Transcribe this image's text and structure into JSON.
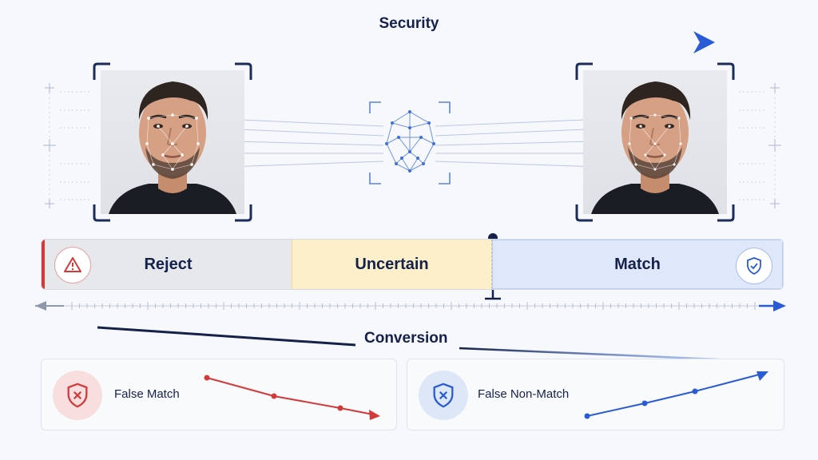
{
  "header": {
    "security_label": "Security"
  },
  "threshold": {
    "zones": [
      {
        "id": "reject",
        "label": "Reject"
      },
      {
        "id": "uncertain",
        "label": "Uncertain"
      },
      {
        "id": "match",
        "label": "Match"
      }
    ]
  },
  "conversion_label": "Conversion",
  "cards": {
    "false_match": {
      "label": "False Match",
      "trend": "decreasing"
    },
    "false_non_match": {
      "label": "False Non-Match",
      "trend": "increasing"
    }
  },
  "colors": {
    "navy": "#14214a",
    "accent_blue": "#2a5bd7",
    "reject_red": "#d23a3a",
    "uncertain_yellow": "#fcefc9",
    "match_blue": "#dfe8fb"
  },
  "icons": {
    "reject_zone": "alert-triangle-icon",
    "match_zone": "shield-check-icon",
    "false_match": "shield-x-icon",
    "false_non_match": "shield-x-icon",
    "center": "face-scan-icon"
  }
}
